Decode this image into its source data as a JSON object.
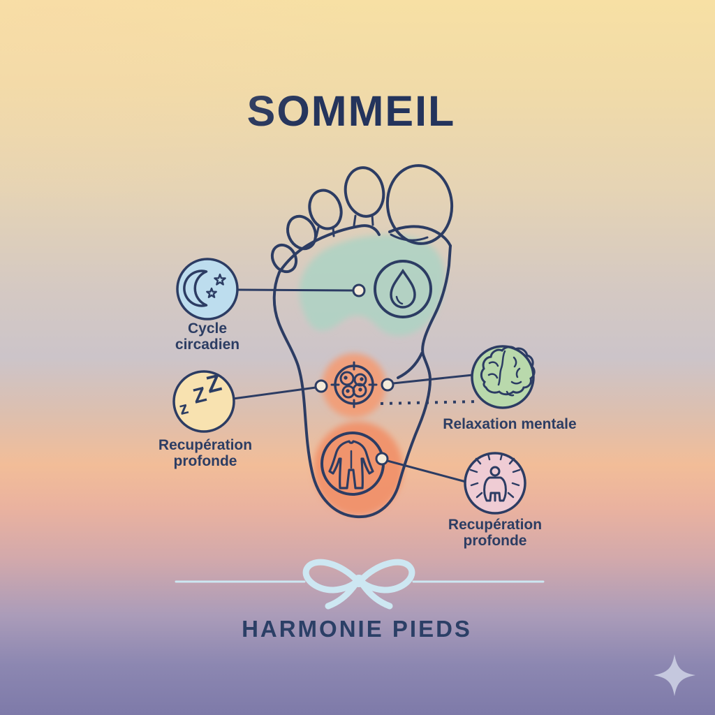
{
  "title": "SOMMEIL",
  "footer": {
    "brand": "HARMONIE PIEDS"
  },
  "callouts": [
    {
      "id": "cycle-circadien",
      "line1": "Cycle",
      "line2": "circadien",
      "icon": "moon-stars-icon",
      "circle_color": "#bdddee"
    },
    {
      "id": "recuperation-profonde-left",
      "line1": "Recupération",
      "line2": "profonde",
      "icon": "zzz-icon",
      "circle_color": "#f8e2b0",
      "zzz": [
        "z",
        "Z",
        "Z"
      ]
    },
    {
      "id": "relaxation-mentale",
      "line1": "Relaxation mentale",
      "line2": "",
      "icon": "brain-icon",
      "circle_color": "#b9d9ac"
    },
    {
      "id": "recuperation-profonde-right",
      "line1": "Recupération",
      "line2": "profonde",
      "icon": "radiant-person-icon",
      "circle_color": "#efccd4"
    }
  ],
  "foot_zones": [
    {
      "id": "ball-of-foot-zone",
      "color": "#aed3c4",
      "icon": "water-drop-icon"
    },
    {
      "id": "mid-foot-zone",
      "color": "#f49b72",
      "icon": "cells-icon"
    },
    {
      "id": "heel-zone",
      "color": "#f19069",
      "icon": "body-icon"
    }
  ],
  "colors": {
    "ink": "#2c3c63",
    "title_text": "#24345c",
    "label_text": "#2c3d63",
    "ribbon": "#cde7f2",
    "sparkle": "#c5c8de",
    "background_top": "#f7e0a4",
    "background_middle": "#f2bd98",
    "background_bottom": "#7e7aa9",
    "marker_fill": "#f4ead9"
  },
  "decorations": {
    "bow": "ribbon-bow-icon",
    "sparkle": "sparkle-icon"
  }
}
